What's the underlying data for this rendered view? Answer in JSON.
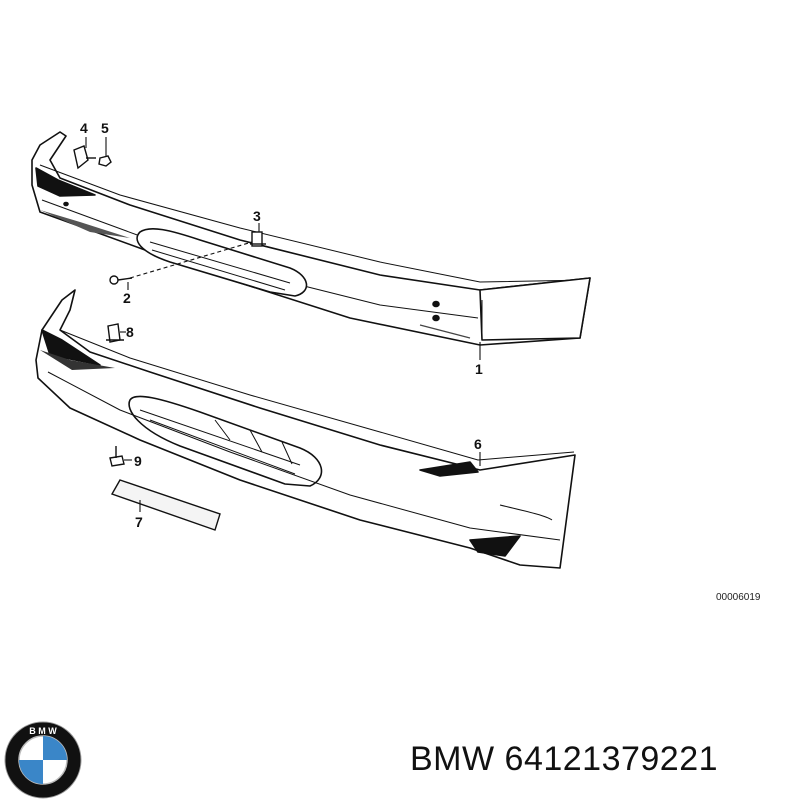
{
  "diagram": {
    "callouts": [
      {
        "id": "c1",
        "label": "1"
      },
      {
        "id": "c2",
        "label": "2"
      },
      {
        "id": "c3",
        "label": "3"
      },
      {
        "id": "c4",
        "label": "4"
      },
      {
        "id": "c5",
        "label": "5"
      },
      {
        "id": "c6",
        "label": "6"
      },
      {
        "id": "c7",
        "label": "7"
      },
      {
        "id": "c8",
        "label": "8"
      },
      {
        "id": "c9",
        "label": "9"
      }
    ],
    "drawing_number": "00006019"
  },
  "caption": {
    "text": "BMW 64121379221"
  },
  "logo": {
    "lettering": "BMW",
    "colors": {
      "ring": "#111111",
      "blue": "#3a86c8",
      "white": "#ffffff"
    }
  }
}
